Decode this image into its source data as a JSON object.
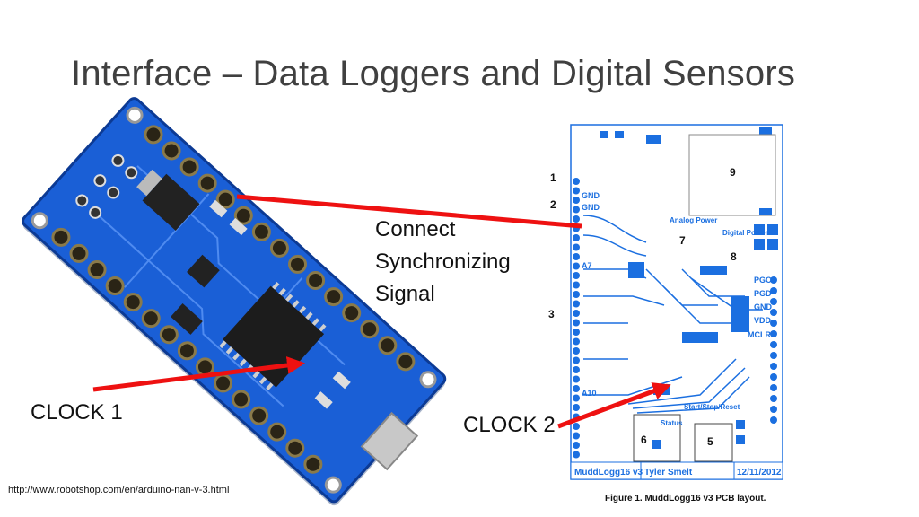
{
  "title": "Interface – Data Loggers and Digital Sensors",
  "callout": {
    "line1": "Connect",
    "line2": "Synchronizing",
    "line3": "Signal"
  },
  "labels": {
    "clock1": "CLOCK 1",
    "clock2": "CLOCK 2"
  },
  "source_url": "http://www.robotshop.com/en/arduino-nan-v-3.html",
  "figure_caption": "Figure 1. MuddLogg16 v3 PCB layout.",
  "pcb": {
    "footer_name": "MuddLogg16  v3",
    "footer_author": "Tyler Smelt",
    "footer_date": "12/11/2012",
    "markers": [
      "1",
      "2",
      "3",
      "5",
      "6",
      "7",
      "8",
      "9"
    ],
    "pin_labels": [
      "GND",
      "GND",
      "A7",
      "A10",
      "PGC",
      "PGD",
      "GND",
      "VDD",
      "MCLR"
    ],
    "block_labels": [
      "Analog Power",
      "Digital Power",
      "Status",
      "Start/Stop/Reset"
    ]
  },
  "colors": {
    "arrow": "#ee1111",
    "board": "#1a5fd6",
    "pcb": "#1b6fe0",
    "title": "#404040"
  }
}
